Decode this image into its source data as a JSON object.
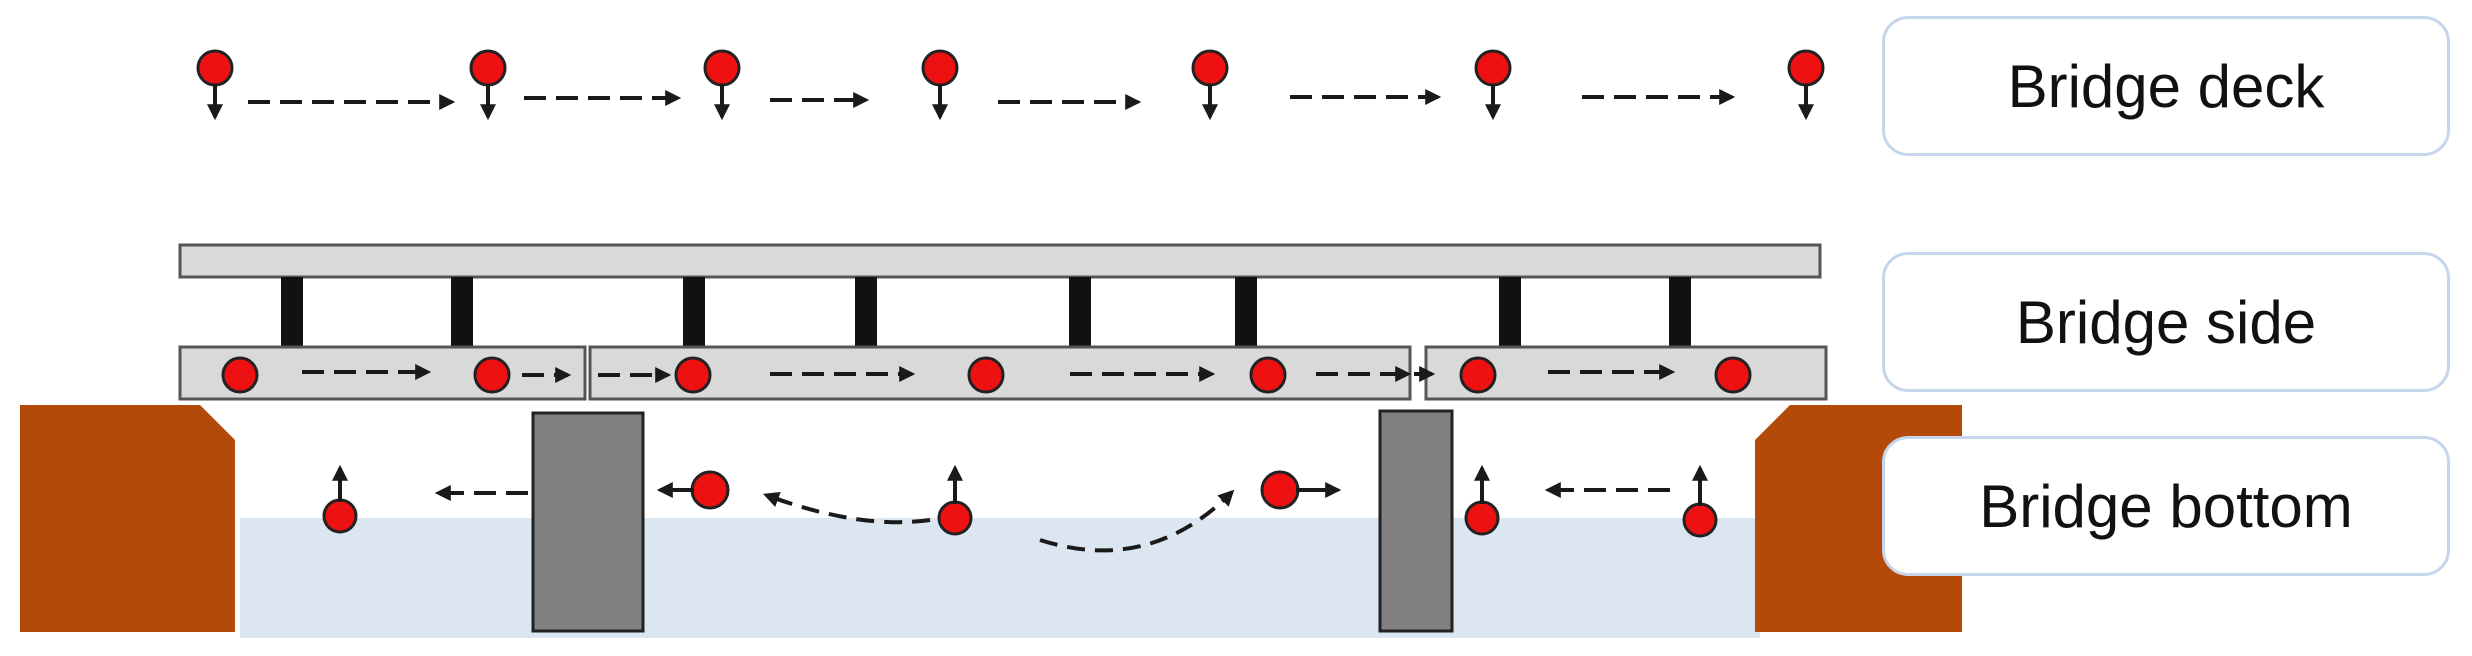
{
  "labels": {
    "deck": "Bridge deck",
    "side": "Bridge side",
    "bottom": "Bridge bottom"
  },
  "colors": {
    "point_fill": "#ee1111",
    "point_stroke": "#222222",
    "deck_slab": "#d9d9d9",
    "girder": "#d9d9d9",
    "pier": "#808080",
    "abutment": "#b34a0a",
    "water": "#dbe6f1",
    "label_border": "#c5d6ea",
    "arrow": "#1a1a1a"
  },
  "icons": {
    "measurement_point": "red-circle-point-icon",
    "direction_arrow": "dashed-arrow-icon"
  }
}
